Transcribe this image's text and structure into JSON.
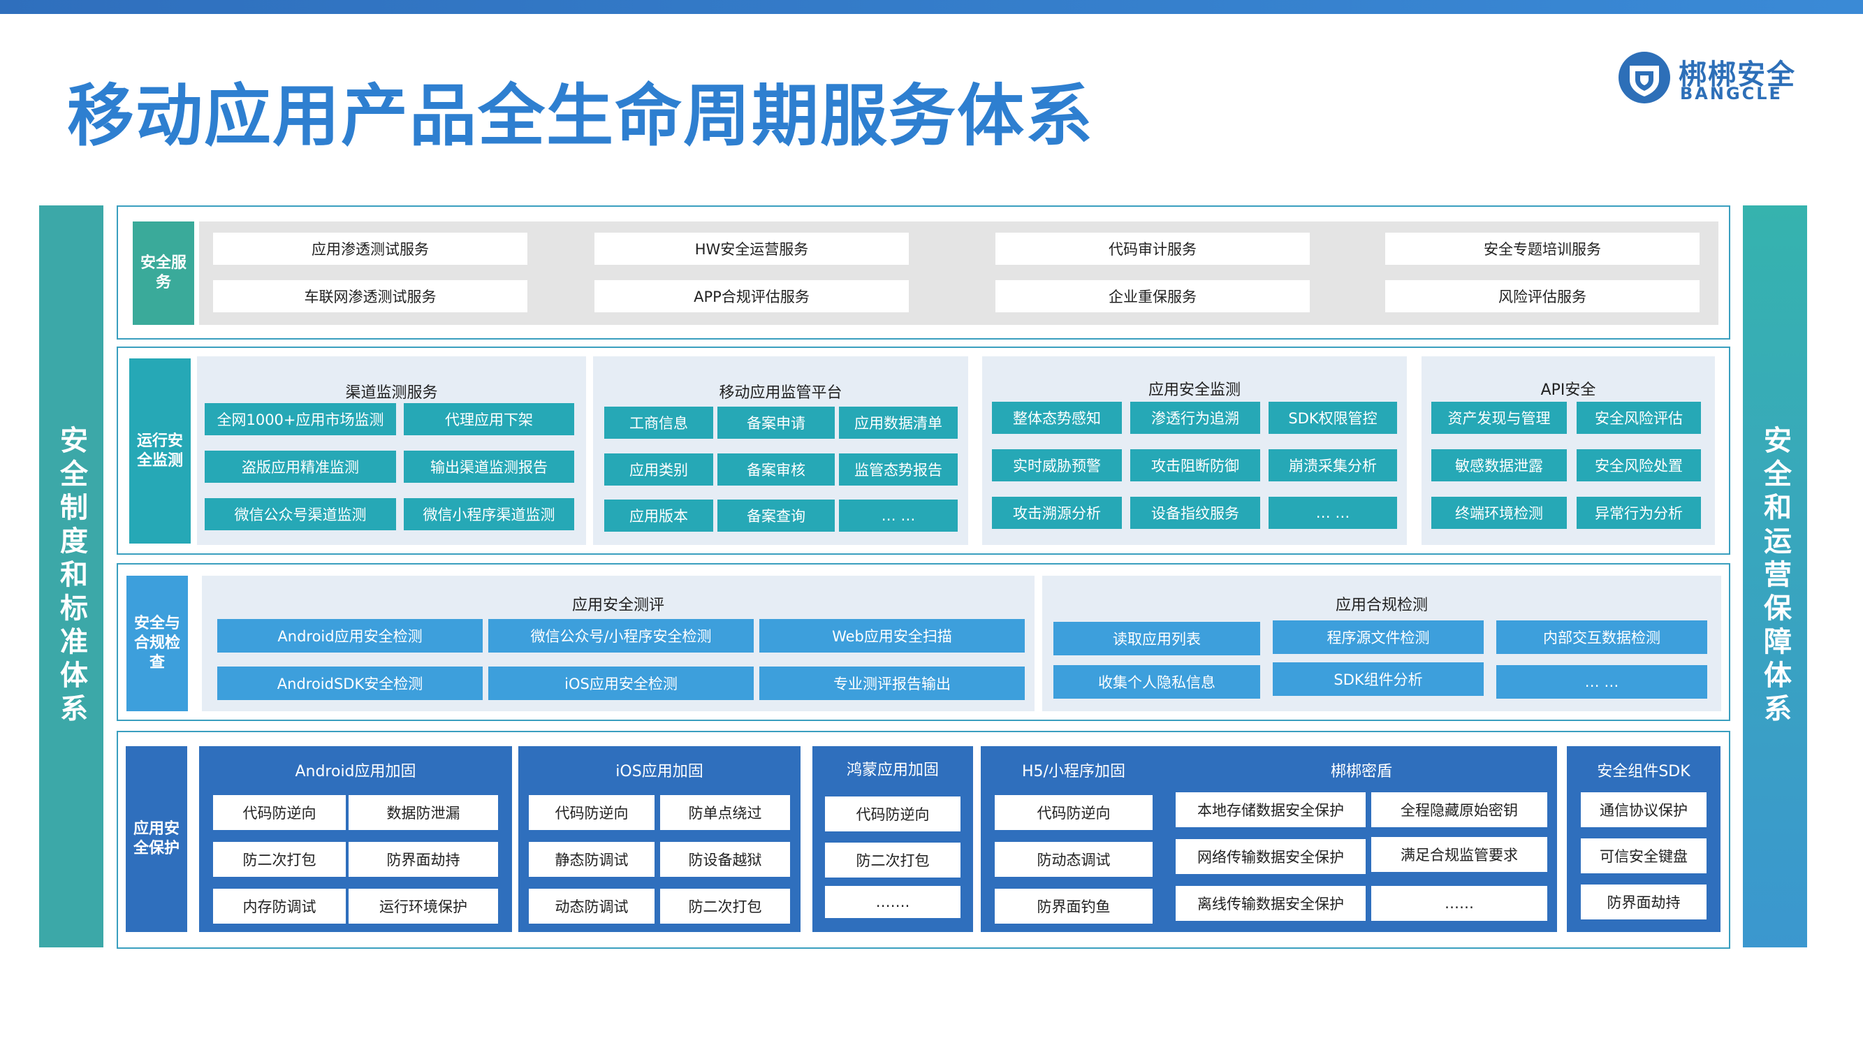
{
  "title": "移动应用产品全生命周期服务体系",
  "logo": {
    "cn": "梆梆安全",
    "en": "BANGCLE"
  },
  "left_pillar": "安全制度和标准体系",
  "right_pillar": "安全和运营保障体系",
  "sections": {
    "service": {
      "label": "安全服务",
      "items": [
        "应用渗透测试服务",
        "HW安全运营服务",
        "代码审计服务",
        "安全专题培训服务",
        "车联网渗透测试服务",
        "APP合规评估服务",
        "企业重保服务",
        "风险评估服务"
      ]
    },
    "monitor": {
      "label": "运行安全监测",
      "panels": [
        {
          "title": "渠道监测服务",
          "items": [
            "全网1000+应用市场监测",
            "代理应用下架",
            "盗版应用精准监测",
            "输出渠道监测报告",
            "微信公众号渠道监测",
            "微信小程序渠道监测"
          ]
        },
        {
          "title": "移动应用监管平台",
          "items": [
            "工商信息",
            "备案申请",
            "应用数据清单",
            "应用类别",
            "备案审核",
            "监管态势报告",
            "应用版本",
            "备案查询",
            "… …"
          ]
        },
        {
          "title": "应用安全监测",
          "items": [
            "整体态势感知",
            "渗透行为追溯",
            "SDK权限管控",
            "实时威胁预警",
            "攻击阻断防御",
            "崩溃采集分析",
            "攻击溯源分析",
            "设备指纹服务",
            "… …"
          ]
        },
        {
          "title": "API安全",
          "items": [
            "资产发现与管理",
            "安全风险评估",
            "敏感数据泄露",
            "安全风险处置",
            "终端环境检测",
            "异常行为分析"
          ]
        }
      ]
    },
    "compliance": {
      "label": "安全与合规检查",
      "panels": [
        {
          "title": "应用安全测评",
          "items": [
            "Android应用安全检测",
            "微信公众号/小程序安全检测",
            "Web应用安全扫描",
            "AndroidSDK安全检测",
            "iOS应用安全检测",
            "专业测评报告输出"
          ]
        },
        {
          "title": "应用合规检测",
          "items": [
            "读取应用列表",
            "程序源文件检测",
            "内部交互数据检测",
            "收集个人隐私信息",
            "SDK组件分析",
            "… …"
          ]
        }
      ]
    },
    "protect": {
      "label": "应用安全保护",
      "panels": [
        {
          "title": "Android应用加固",
          "items": [
            "代码防逆向",
            "数据防泄漏",
            "防二次打包",
            "防界面劫持",
            "内存防调试",
            "运行环境保护"
          ]
        },
        {
          "title": "iOS应用加固",
          "items": [
            "代码防逆向",
            "防单点绕过",
            "静态防调试",
            "防设备越狱",
            "动态防调试",
            "防二次打包"
          ]
        },
        {
          "title": "鸿蒙应用加固",
          "items": [
            "代码防逆向",
            "防二次打包",
            "……."
          ]
        },
        {
          "title": "H5/小程序加固",
          "items": [
            "代码防逆向",
            "防动态调试",
            "防界面钓鱼"
          ]
        },
        {
          "title": "梆梆密盾",
          "items": [
            "本地存储数据安全保护",
            "全程隐藏原始密钥",
            "网络传输数据安全保护",
            "满足合规监管要求",
            "离线传输数据安全保护",
            "……"
          ]
        },
        {
          "title": "安全组件SDK",
          "items": [
            "通信协议保护",
            "可信安全键盘",
            "防界面劫持"
          ]
        }
      ]
    }
  },
  "colors": {
    "title": "#2e7fd0",
    "teal": "#26a8b6",
    "blue_box": "#3d9fdc",
    "dark_blue": "#2f6fbd",
    "panel_bg": "#e6edf5",
    "border": "#3a9fbf"
  }
}
